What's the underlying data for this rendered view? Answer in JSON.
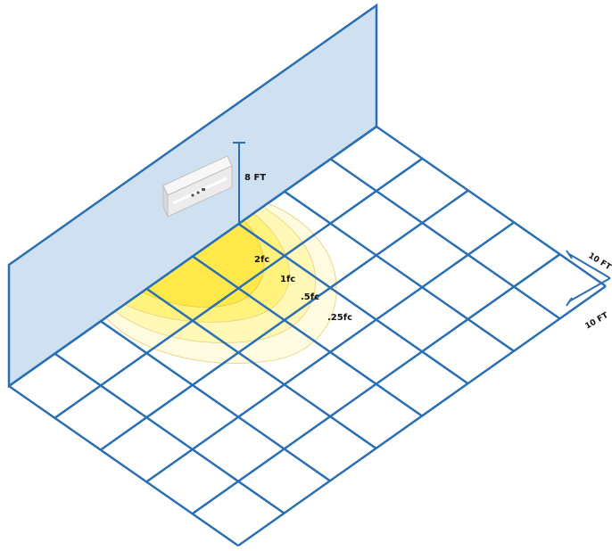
{
  "diagram": {
    "mounting_height_label": "8 FT",
    "grid_dimension_labels": [
      "10 FT",
      "10 FT"
    ],
    "contour_labels": [
      "2fc",
      "1fc",
      ".5fc",
      ".25fc"
    ]
  },
  "colors": {
    "wall_fill": "#cfe1f1",
    "grid_line": "#2a6fb3",
    "contour_2fc": "#ffe94a",
    "contour_1fc": "#fff37e",
    "contour_05fc": "#fff8b7",
    "contour_025fc": "#fffbe0"
  },
  "icons": {
    "fixture": "wall-mounted-light-fixture-icon"
  }
}
